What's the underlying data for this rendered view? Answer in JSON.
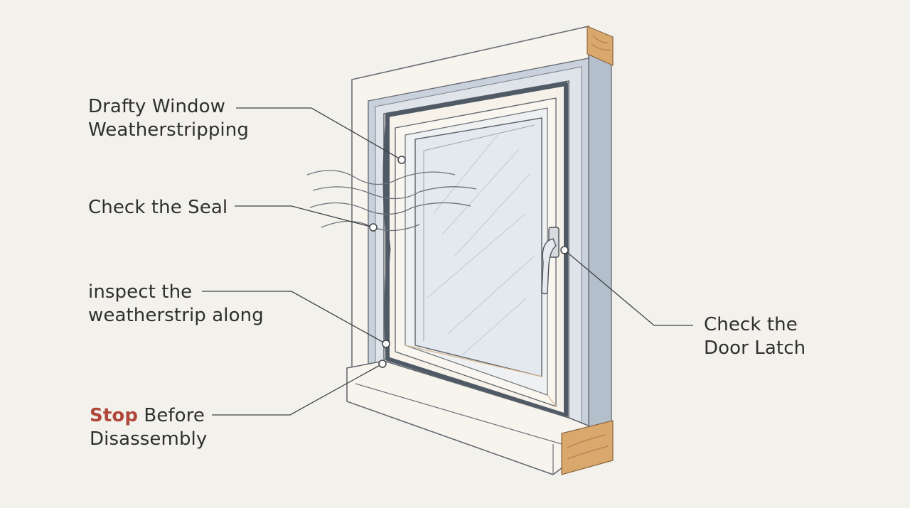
{
  "labels": {
    "drafty": {
      "line1": "Drafty Window",
      "line2": "Weatherstripping"
    },
    "seal": {
      "line1": "Check the Seal"
    },
    "inspect": {
      "line1": "inspect the",
      "line2": "weatherstrip along"
    },
    "stop": {
      "emphasis": "Stop",
      "rest": " Before",
      "line2": "Disassembly"
    },
    "latch": {
      "line1": "Check the",
      "line2": "Door Latch"
    }
  },
  "colors": {
    "background": "#f3f1ec",
    "emphasis": "#b0473a",
    "wood": "#d9a86c",
    "seal": "#4f5a66",
    "glass": "#e3e9ef",
    "frame_shadow": "#aeb9c7"
  }
}
